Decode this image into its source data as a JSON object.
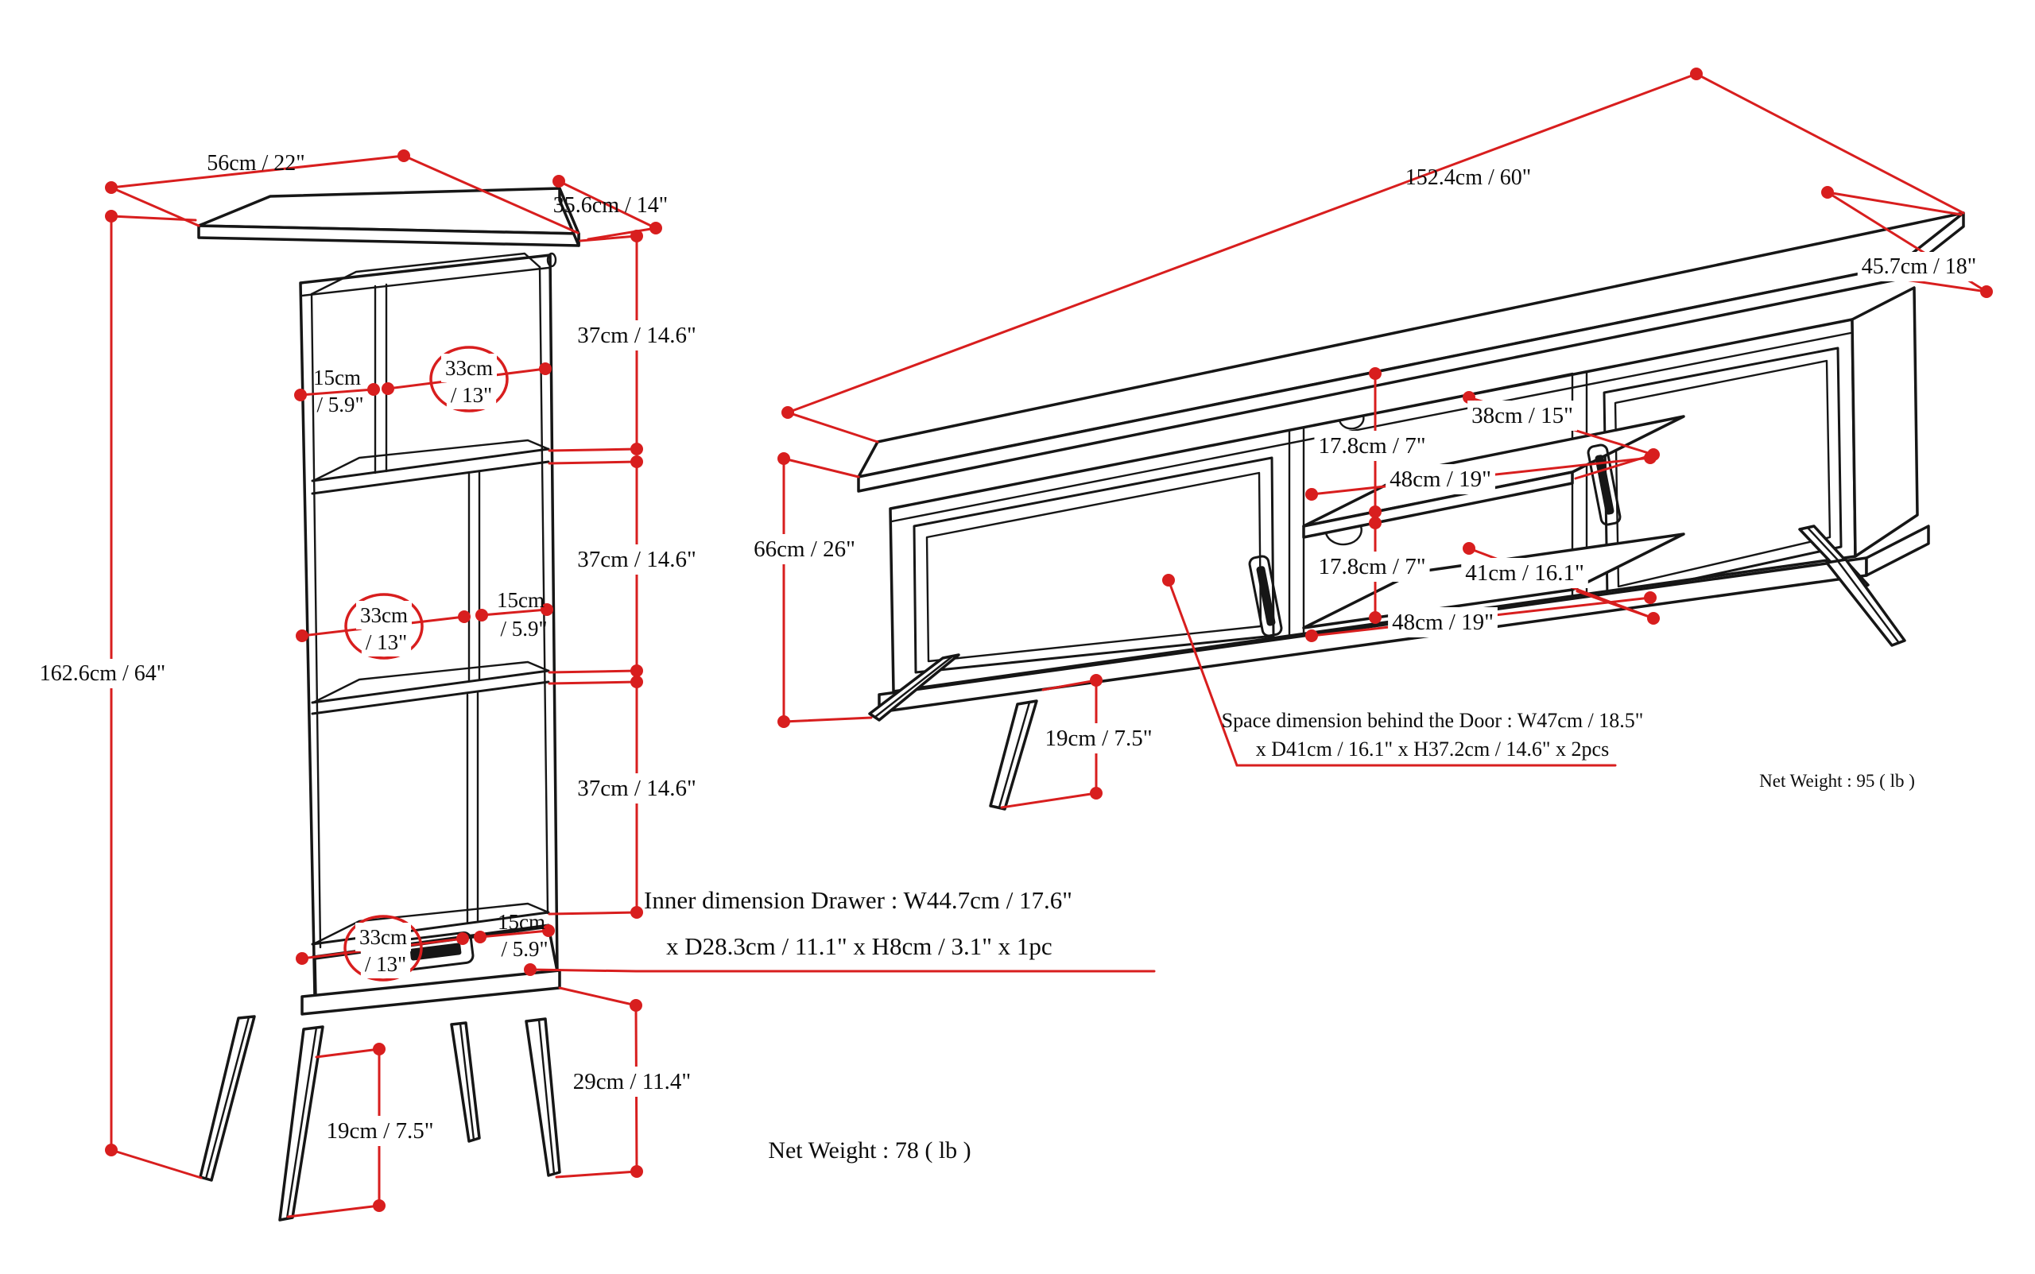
{
  "figure": {
    "type": "technical-drawing",
    "description": "Furniture dimension diagram: tall bookcase with drawer (left) and TV media stand (right)"
  },
  "colors": {
    "dimension_red": "#d81e1e",
    "line_black": "#161616",
    "background": "#ffffff"
  },
  "bookcase": {
    "width_label": "56cm / 22\"",
    "depth_label": "35.6cm / 14\"",
    "height_label": "162.6cm / 64\"",
    "shelf_height_label": "37cm / 14.6\"",
    "side_gap_line1": "15cm",
    "side_gap_line2": "/ 5.9\"",
    "opening_line1": "33cm",
    "opening_line2": "/ 13\"",
    "base_height_label": "29cm / 11.4\"",
    "leg_height_label": "19cm / 7.5\"",
    "drawer_note_line1": "Inner dimension Drawer : W44.7cm / 17.6\"",
    "drawer_note_line2": "x D28.3cm / 11.1\" x H8cm / 3.1\" x 1pc",
    "net_weight": "Net Weight : 78 ( lb )"
  },
  "tv_stand": {
    "width_label": "152.4cm / 60\"",
    "depth_label": "45.7cm / 18\"",
    "height_label": "66cm / 26\"",
    "shelf_depth_label": "38cm / 15\"",
    "compartment_height_label": "17.8cm / 7\"",
    "shelf_width_label": "48cm / 19\"",
    "floor_depth_label": "41cm / 16.1\"",
    "leg_height_label": "19cm / 7.5\"",
    "door_note_line1": "Space dimension behind the Door  : W47cm / 18.5\"",
    "door_note_line2": "x D41cm / 16.1\" x H37.2cm / 14.6\" x 2pcs",
    "net_weight": "Net Weight : 95 ( lb )"
  }
}
